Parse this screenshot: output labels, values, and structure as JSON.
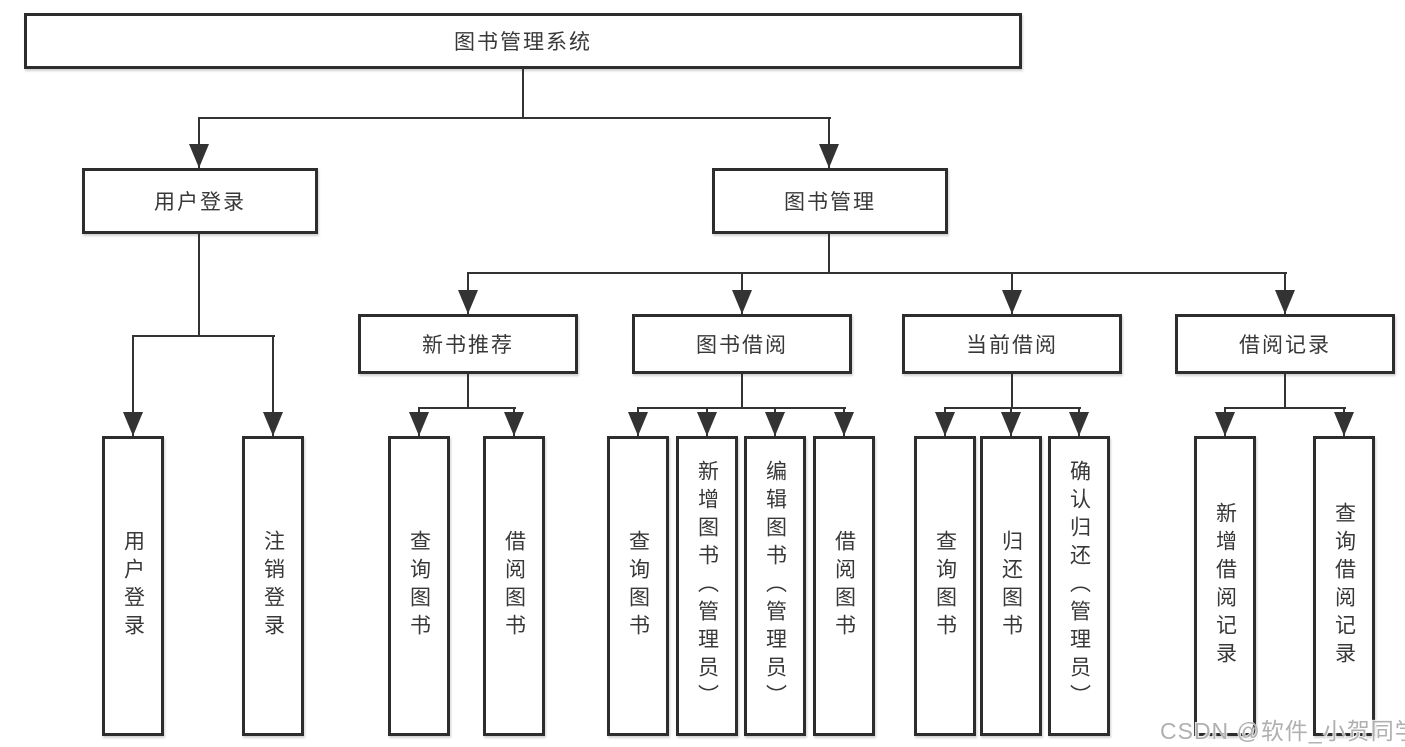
{
  "diagram": {
    "root": {
      "label": "图书管理系统"
    },
    "level2": [
      {
        "label": "用户登录"
      },
      {
        "label": "图书管理"
      }
    ],
    "level3": [
      {
        "label": "新书推荐"
      },
      {
        "label": "图书借阅"
      },
      {
        "label": "当前借阅"
      },
      {
        "label": "借阅记录"
      }
    ],
    "leaves": [
      {
        "label": "用户登录"
      },
      {
        "label": "注销登录"
      },
      {
        "label": "查询图书"
      },
      {
        "label": "借阅图书"
      },
      {
        "label": "查询图书"
      },
      {
        "label": "新增图书（管理员）"
      },
      {
        "label": "编辑图书（管理员）"
      },
      {
        "label": "借阅图书"
      },
      {
        "label": "查询图书"
      },
      {
        "label": "归还图书"
      },
      {
        "label": "确认归还（管理员）"
      },
      {
        "label": "新增借阅记录"
      },
      {
        "label": "查询借阅记录"
      }
    ],
    "watermark": "CSDN @软件_小贺同学",
    "colors": {
      "line": "#333333",
      "box_border": "#2d2d2d",
      "text": "#383838",
      "watermark": "#b0b0b0",
      "background": "#ffffff"
    }
  }
}
